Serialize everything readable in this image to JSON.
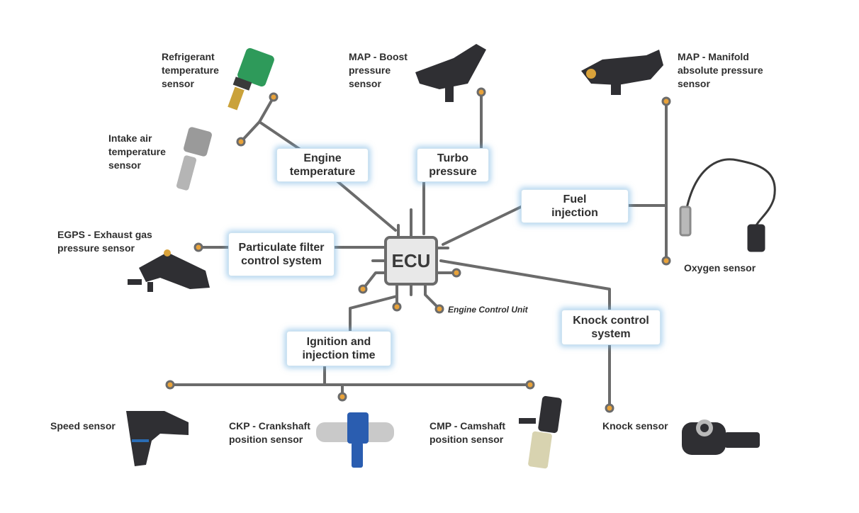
{
  "ecu": {
    "label": "ECU",
    "caption": "Engine Control Unit"
  },
  "groups": {
    "engine_temperature": "Engine\ntemperature",
    "turbo_pressure": "Turbo\npressure",
    "fuel_injection": "Fuel\ninjection",
    "particulate_filter": "Particulate filter\ncontrol system",
    "ignition_injection": "Ignition and\ninjection time",
    "knock_control": "Knock control\nsystem"
  },
  "sensors": {
    "refrigerant_temp": "Refrigerant\ntemperature\nsensor",
    "intake_air_temp": "Intake air\ntemperature\nsensor",
    "map_boost": "MAP - Boost\npressure\nsensor",
    "map_manifold": "MAP - Manifold\nabsolute pressure\nsensor",
    "oxygen": "Oxygen sensor",
    "egps": "EGPS - Exhaust gas\npressure sensor",
    "speed": "Speed sensor",
    "ckp": "CKP - Crankshaft\nposition sensor",
    "cmp": "CMP - Camshaft\nposition sensor",
    "knock": "Knock sensor"
  },
  "colors": {
    "line": "#6b6b6b",
    "node_fill": "#e8a23a",
    "box_glow": "#78b4e1",
    "green_sensor": "#2e9a5a",
    "blue_sensor": "#2a5db0",
    "dark_sensor": "#2f2f33"
  }
}
